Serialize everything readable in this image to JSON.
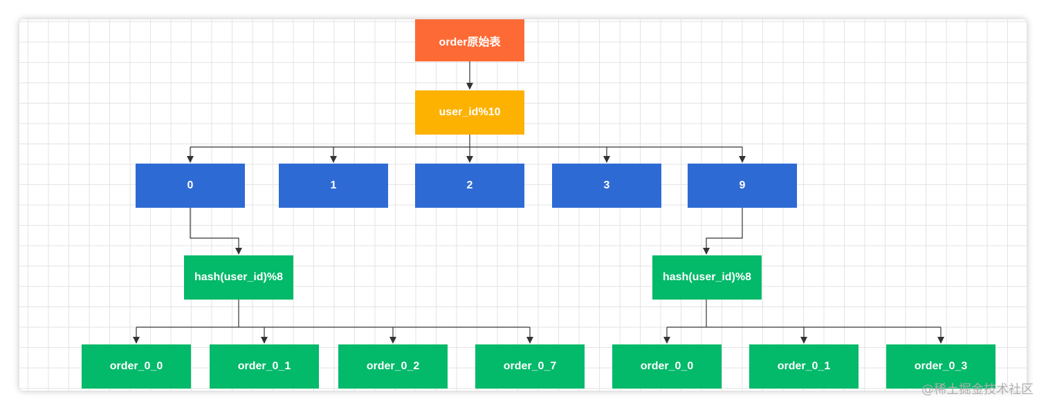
{
  "diagram": {
    "source": "order原始表",
    "db_rule": "user_id%10",
    "databases": [
      "0",
      "1",
      "2",
      "3",
      "9"
    ],
    "table_rule_left": "hash(user_id)%8",
    "table_rule_right": "hash(user_id)%8",
    "left_tables": [
      "order_0_0",
      "order_0_1",
      "order_0_2",
      "order_0_7"
    ],
    "right_tables": [
      "order_0_0",
      "order_0_1",
      "order_0_3"
    ]
  },
  "colors": {
    "source": "#fe6a35",
    "rule": "#fdb100",
    "database": "#2e6ad4",
    "table": "#03b96a"
  },
  "watermark": "@稀土掘金技术社区"
}
